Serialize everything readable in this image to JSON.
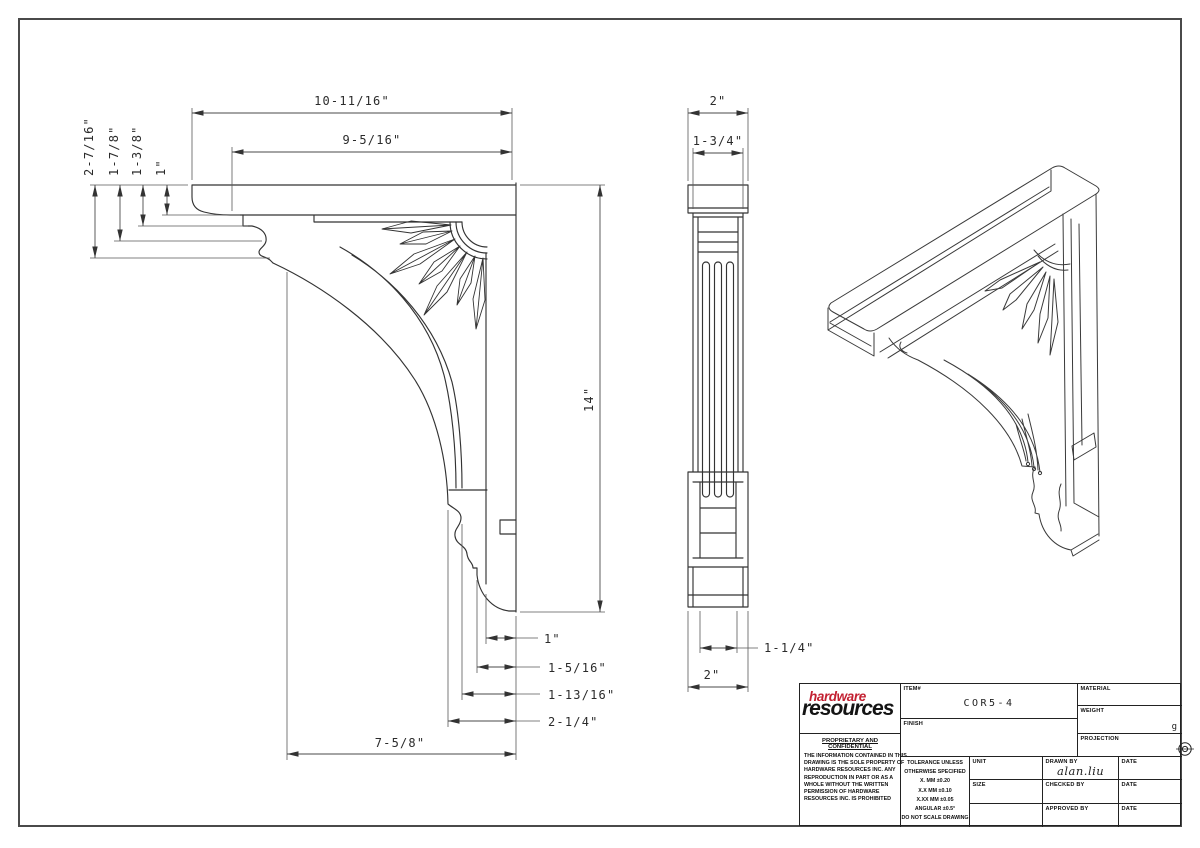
{
  "sheet": {
    "border_color": "#4a4a4a",
    "line_color": "#333333",
    "background": "#ffffff"
  },
  "views": {
    "side": {
      "dims": {
        "top_width": "10-11/16\"",
        "shelf_width": "9-5/16\"",
        "left_1": "2-7/16\"",
        "left_2": "1-7/8\"",
        "left_3": "1-3/8\"",
        "left_4": "1\"",
        "height": "14\"",
        "bottom_1": "1\"",
        "bottom_2": "1-5/16\"",
        "bottom_3": "1-13/16\"",
        "bottom_4": "2-1/4\"",
        "bottom_5": "7-5/8\""
      }
    },
    "front": {
      "dims": {
        "top_width": "2\"",
        "cap_width": "1-3/4\"",
        "bottom_inner": "1-1/4\"",
        "bottom_width": "2\""
      }
    }
  },
  "title_block": {
    "logo": {
      "line1": "hardware",
      "line2": "resources",
      "accent_color": "#c32031",
      "text_color": "#141414"
    },
    "proprietary": {
      "title": "PROPRIETARY AND CONFIDENTIAL",
      "lines": [
        "THE INFORMATION CONTAINED IN THIS",
        "DRAWING IS THE SOLE PROPERTY OF",
        "HARDWARE RESOURCES INC.  ANY",
        "REPRODUCTION IN PART OR AS A",
        "WHOLE  WITHOUT THE WRITTEN",
        "PERMISSION OF HARDWARE",
        "RESOURCES INC. IS PROHIBITED"
      ]
    },
    "tolerance": {
      "lines": [
        "TOLERANCE UNLESS",
        "OTHERWISE SPECIFIED",
        "X.  MM  ±0.20",
        "X.X  MM  ±0.10",
        "X.XX  MM  ±0.05",
        "ANGULAR  ±0.5°",
        "DO NOT SCALE DRAWING"
      ]
    },
    "fields": {
      "item_label": "ITEM#",
      "item_value": "COR5-4",
      "finish_label": "FINISH",
      "material_label": "MATERIAL",
      "weight_label": "WEIGHT",
      "weight_value": "g",
      "projection_label": "PROJECTION",
      "unit_label": "UNIT",
      "size_label": "SIZE",
      "drawn_by_label": "DRAWN BY",
      "drawn_by_value": "alan.liu",
      "checked_by_label": "CHECKED BY",
      "approved_by_label": "APPROVED BY",
      "date_label": "DATE"
    }
  }
}
